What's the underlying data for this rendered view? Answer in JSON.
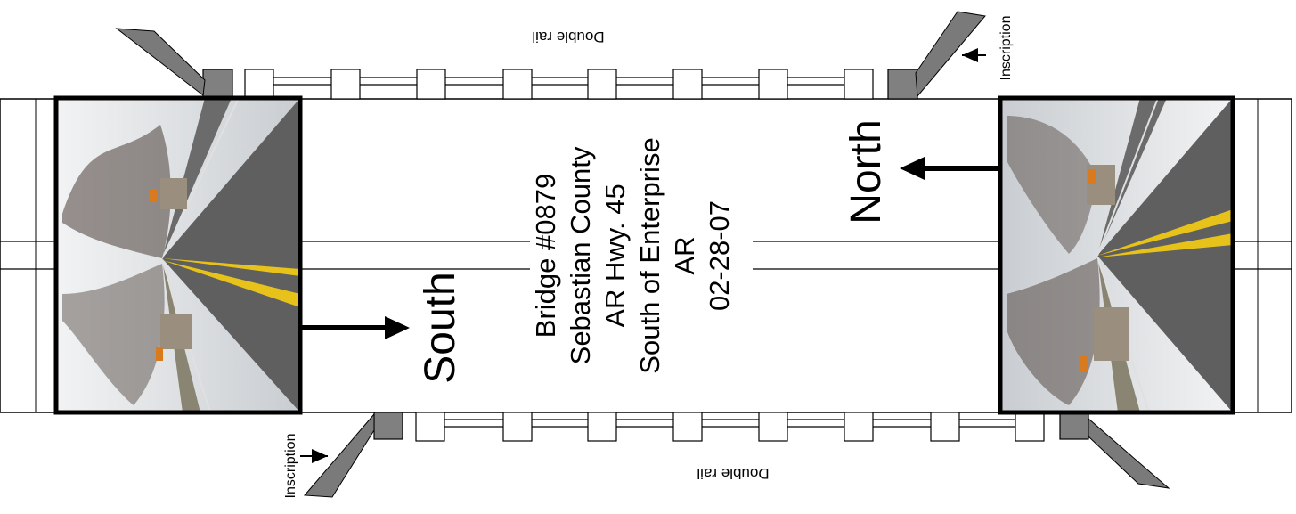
{
  "diagram": {
    "center_label": {
      "line1": "Bridge #0879",
      "line2": "Sebastian County",
      "line3": "AR Hwy. 45",
      "line4": "South of Enterprise",
      "line5": "AR",
      "line6": "02-28-07"
    },
    "south_label": "South",
    "north_label": "North",
    "top_rail_label": "Double rail",
    "bottom_rail_label": "Double rail",
    "top_right_inscription": "Inscription",
    "bottom_left_inscription": "Inscription",
    "colors": {
      "deck_outline": "#000000",
      "end_post": "#808080",
      "wingwall": "#7a7a7a",
      "road_asphalt": "#5f5f5f",
      "road_center_line": "#e6c21a",
      "sky": "#e4e6e8"
    }
  }
}
